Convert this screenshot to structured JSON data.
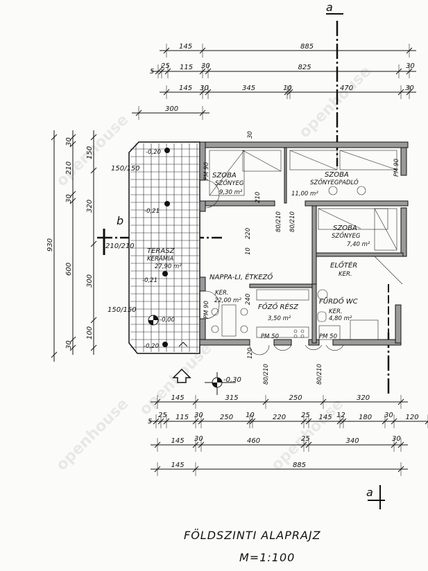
{
  "title": "FÖLDSZINTI ALAPRAJZ",
  "scale": "M=1:100",
  "watermark": "openhouse",
  "section_marks": {
    "a_top": "a",
    "a_bottom": "a",
    "b_left": "b"
  },
  "elevation": "-0,30",
  "rooms": [
    {
      "name": "SZOBA",
      "floor": "SZŐNYEG",
      "area": "9,30 m²"
    },
    {
      "name": "SZOBA",
      "floor": "SZŐNYEGPADLÓ",
      "area": "11,00 m²"
    },
    {
      "name": "SZOBA",
      "floor": "SZŐNYEG",
      "area": "7,40 m²"
    },
    {
      "name": "TERASZ",
      "floor": "KERÁMIA",
      "area": "27,90 m²"
    },
    {
      "name": "NAPPA-LI, ÉTKEZŐ",
      "floor": "KER.",
      "area": "22,00 m²"
    },
    {
      "name": "FŐZŐ RÉSZ",
      "floor": "",
      "area": "3,50 m²"
    },
    {
      "name": "ELŐTÉR",
      "floor": "KER.",
      "area": ""
    },
    {
      "name": "FÜRDŐ WC",
      "floor": "KER.",
      "area": "4,80 m²"
    }
  ],
  "dims_top": {
    "row1": [
      "145",
      "885"
    ],
    "row2": [
      "5",
      "25",
      "115",
      "30",
      "825",
      "30"
    ],
    "row3": [
      "145",
      "30",
      "345",
      "10",
      "470",
      "30"
    ],
    "row4": [
      "300"
    ]
  },
  "dims_bottom": {
    "row1": [
      "145",
      "315",
      "250",
      "320"
    ],
    "row2": [
      "5",
      "25",
      "115",
      "30",
      "250",
      "10",
      "220",
      "25",
      "145",
      "12",
      "180",
      "30",
      "120"
    ],
    "row3": [
      "145",
      "30",
      "460",
      "25",
      "340",
      "30"
    ],
    "row4": [
      "145",
      "885"
    ]
  },
  "dims_left": {
    "col1": [
      "930"
    ],
    "col2": [
      "30",
      "210",
      "30",
      "600",
      "30"
    ],
    "col3": [
      "150",
      "320",
      "300",
      "100"
    ]
  },
  "openings": [
    "150/150",
    "210/210",
    "150/150",
    "80/210",
    "80/210",
    "80/210",
    "80/210",
    "210",
    "220",
    "10",
    "240",
    "30",
    "120"
  ],
  "window_labels": [
    "PM 50",
    "PM 50",
    "PM 90",
    "PM 90",
    "PM 90"
  ],
  "levels": [
    "-0,20",
    "-0,21",
    "-0,21",
    "-0,00",
    "-0,20"
  ]
}
